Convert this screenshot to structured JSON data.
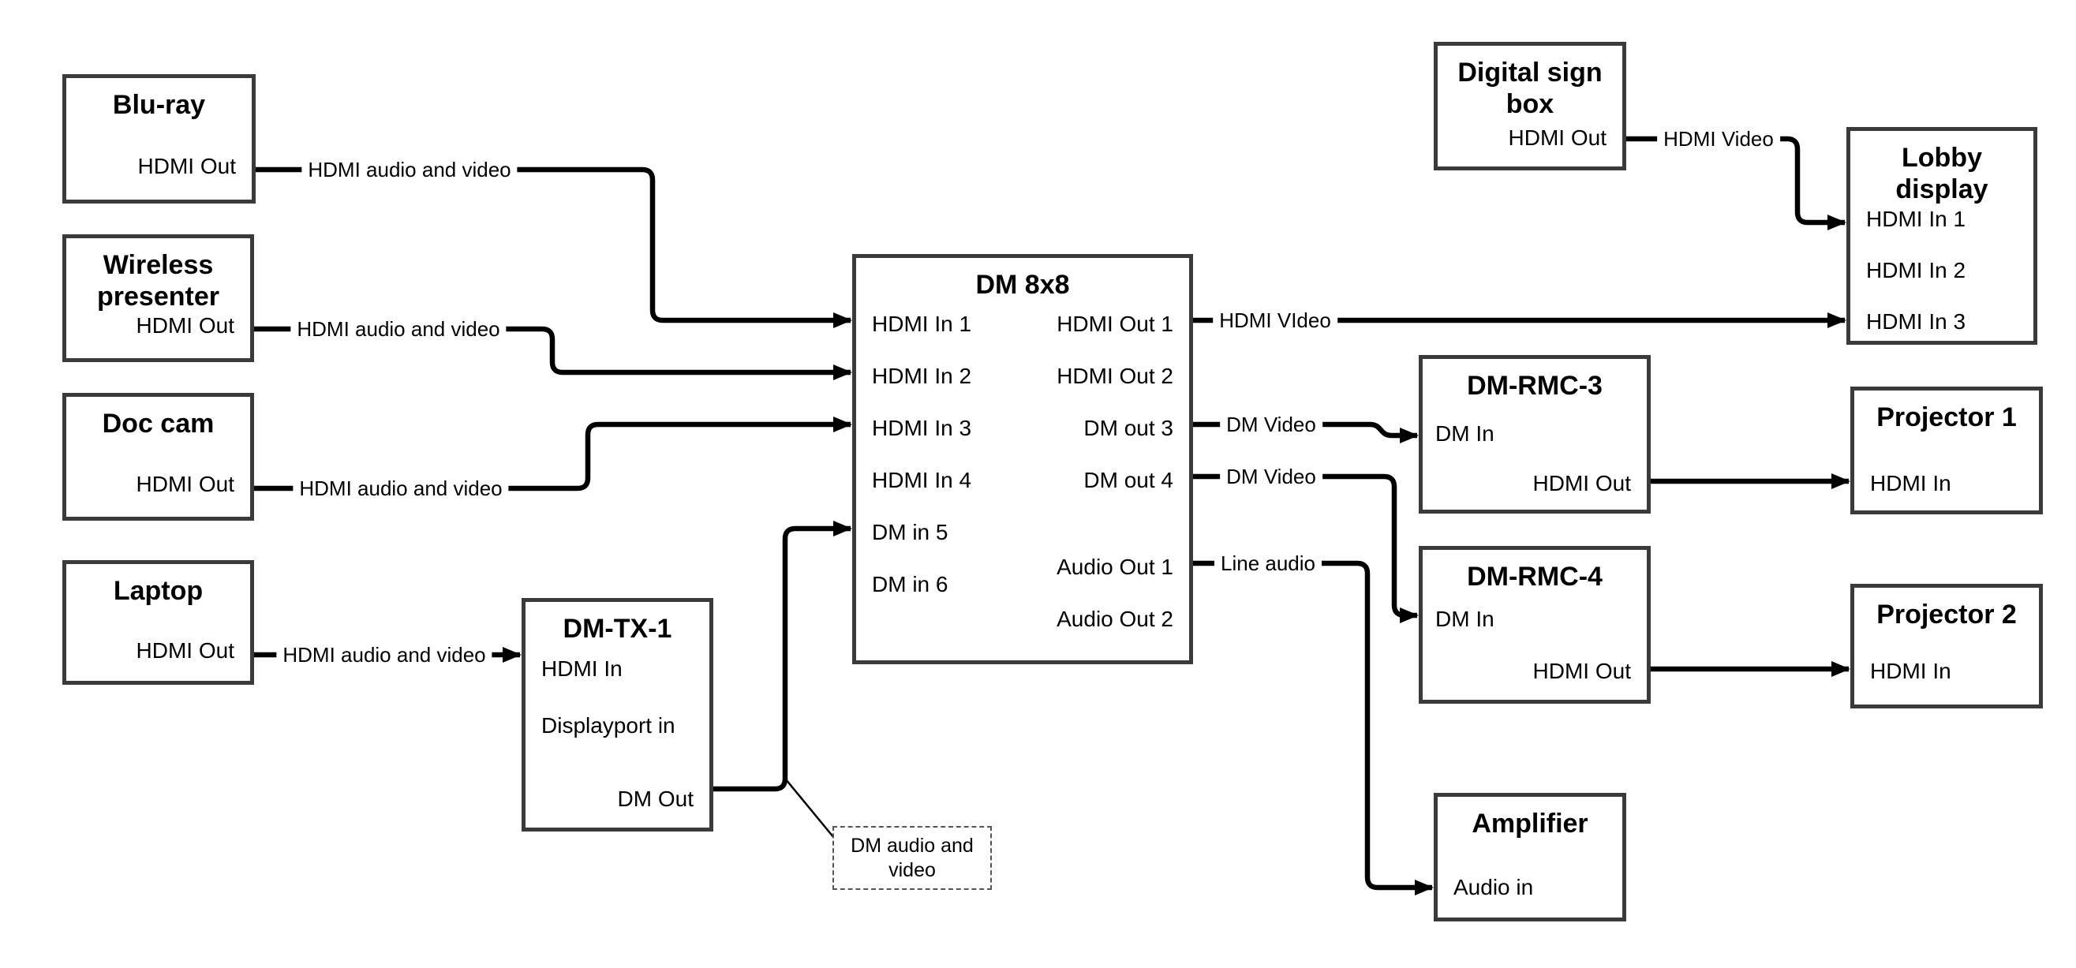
{
  "devices": {
    "bluray": {
      "title": "Blu-ray",
      "hdmi_out": "HDMI Out"
    },
    "wireless": {
      "title": "Wireless presenter",
      "hdmi_out": "HDMI Out"
    },
    "doccam": {
      "title": "Doc cam",
      "hdmi_out": "HDMI Out"
    },
    "laptop": {
      "title": "Laptop",
      "hdmi_out": "HDMI Out"
    },
    "dmtx1": {
      "title": "DM-TX-1",
      "hdmi_in": "HDMI In",
      "displayport_in": "Displayport in",
      "dm_out": "DM Out"
    },
    "dm8x8": {
      "title": "DM 8x8",
      "hdmi_in_1": "HDMI In 1",
      "hdmi_in_2": "HDMI In 2",
      "hdmi_in_3": "HDMI In 3",
      "hdmi_in_4": "HDMI In 4",
      "dm_in_5": "DM in 5",
      "dm_in_6": "DM in 6",
      "hdmi_out_1": "HDMI Out 1",
      "hdmi_out_2": "HDMI Out 2",
      "dm_out_3": "DM out 3",
      "dm_out_4": "DM out 4",
      "audio_out_1": "Audio Out 1",
      "audio_out_2": "Audio Out 2"
    },
    "digital_sign": {
      "title": "Digital sign box",
      "hdmi_out": "HDMI Out"
    },
    "lobby": {
      "title": "Lobby display",
      "hdmi_in_1": "HDMI In 1",
      "hdmi_in_2": "HDMI In 2",
      "hdmi_in_3": "HDMI In 3"
    },
    "dmrmc3": {
      "title": "DM-RMC-3",
      "dm_in": "DM In",
      "hdmi_out": "HDMI Out"
    },
    "proj1": {
      "title": "Projector 1",
      "hdmi_in": "HDMI In"
    },
    "dmrmc4": {
      "title": "DM-RMC-4",
      "dm_in": "DM In",
      "hdmi_out": "HDMI Out"
    },
    "proj2": {
      "title": "Projector 2",
      "hdmi_in": "HDMI In"
    },
    "amplifier": {
      "title": "Amplifier",
      "audio_in": "Audio in"
    }
  },
  "links": {
    "bluray_to_dm8x8": "HDMI audio and video",
    "wireless_to_dm8x8": "HDMI audio and video",
    "doccam_to_dm8x8": "HDMI audio and video",
    "laptop_to_dmtx1": "HDMI audio and video",
    "dm8x8_to_lobby": "HDMI VIdeo",
    "digital_sign_to_lobby": "HDMI Video",
    "dm8x8_to_dmrmc3": "DM Video",
    "dm8x8_to_dmrmc4": "DM Video",
    "dm8x8_to_amplifier": "Line audio",
    "callout": "DM audio and video"
  },
  "colors": {
    "line": "#000000",
    "box_border": "#3a3a3a",
    "background": "#ffffff"
  }
}
